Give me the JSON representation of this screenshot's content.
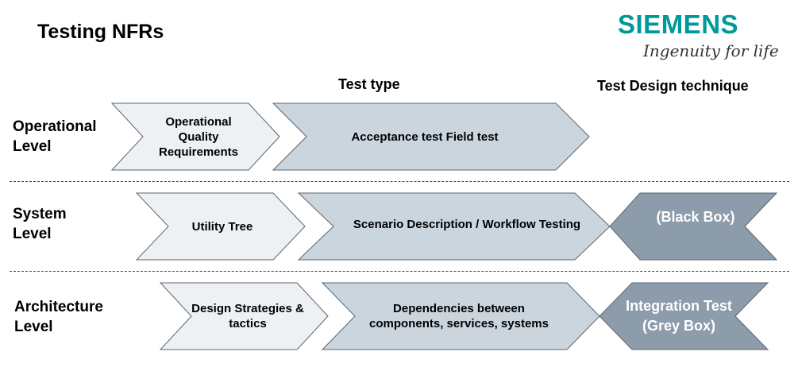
{
  "header": {
    "title": "Testing NFRs",
    "logo_word": "SIEMENS",
    "logo_tagline": "Ingenuity for life"
  },
  "columns": {
    "test_type": "Test type",
    "technique": "Test Design technique"
  },
  "rows": [
    {
      "label": "Operational Level",
      "quality": "Operational Quality Requirements",
      "test": "Acceptance test Field test",
      "technique": ""
    },
    {
      "label": "System Level",
      "quality": "Utility Tree",
      "test": "Scenario Description / Workflow Testing",
      "technique": "(Black Box)"
    },
    {
      "label": "Architecture Level",
      "quality": "Design Strategies & tactics",
      "test": "Dependencies between components, services, systems",
      "technique": "Integration Test (Grey Box)"
    }
  ],
  "colors": {
    "brand": "#009999",
    "light_fill": "#eef1f4",
    "mid_fill": "#cbd5de",
    "dark_fill": "#8d9caa"
  }
}
